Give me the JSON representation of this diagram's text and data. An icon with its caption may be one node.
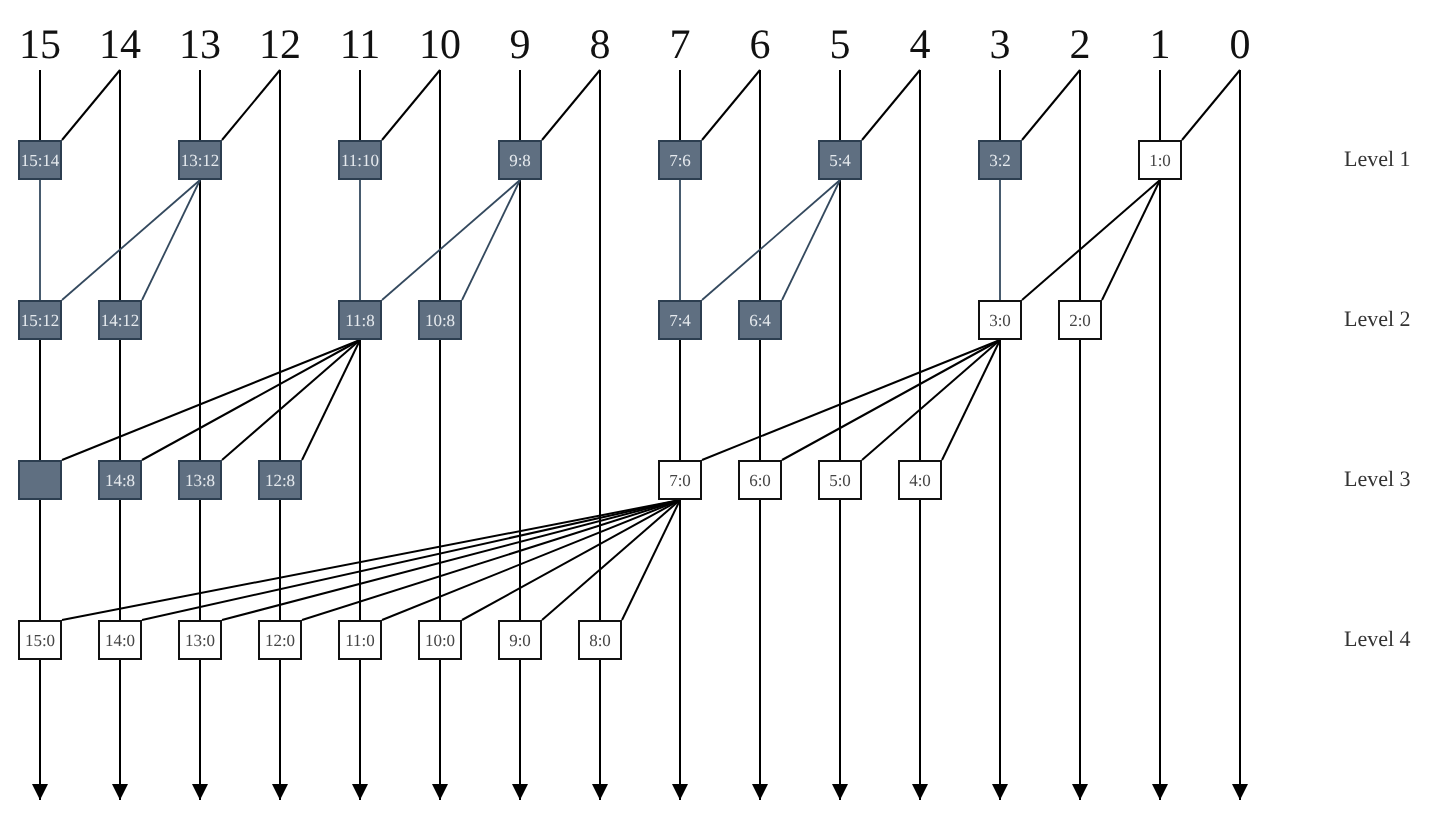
{
  "diagram": {
    "nodes": [
      {
        "text": [
          "15"
        ]
      },
      {
        "text": [
          "14"
        ]
      },
      {
        "text": [
          "13"
        ]
      },
      {
        "text": [
          "12"
        ]
      },
      {
        "text": [
          "11"
        ]
      },
      {
        "text": [
          "10"
        ]
      },
      {
        "text": [
          "9"
        ]
      },
      {
        "text": [
          "8"
        ]
      },
      {
        "text": [
          "7"
        ]
      },
      {
        "text": [
          "6"
        ]
      },
      {
        "text": [
          "5"
        ]
      },
      {
        "text": [
          "4"
        ]
      },
      {
        "text": [
          "3"
        ]
      },
      {
        "text": [
          "2"
        ]
      },
      {
        "text": [
          "1"
        ]
      },
      {
        "text": [
          "0"
        ]
      },
      {
        "text": [
          "15:14"
        ]
      },
      {
        "text": [
          "13:12"
        ]
      },
      {
        "text": [
          "11:10"
        ]
      },
      {
        "text": [
          "9:8"
        ]
      },
      {
        "text": [
          "7:6"
        ]
      },
      {
        "text": [
          "5:4"
        ]
      },
      {
        "text": [
          "3:2"
        ]
      },
      {
        "text": [
          "1:0"
        ]
      },
      {
        "text": [
          "15:12"
        ]
      },
      {
        "text": [
          "14:12"
        ]
      },
      {
        "text": [
          "11:8"
        ]
      },
      {
        "text": [
          "10:8"
        ]
      },
      {
        "text": [
          "7:4"
        ]
      },
      {
        "text": [
          "6:4"
        ]
      },
      {
        "text": [
          "3:0"
        ]
      },
      {
        "text": [
          "2:0"
        ]
      },
      {
        "text": [],
        "shape": "box"
      },
      {
        "text": [
          "14:8"
        ]
      },
      {
        "text": [
          "13:8"
        ]
      },
      {
        "text": [
          "12:8"
        ]
      },
      {
        "text": [
          "7:0"
        ]
      },
      {
        "text": [
          "6:0"
        ]
      },
      {
        "text": [
          "5:0"
        ]
      },
      {
        "text": [
          "4:0"
        ]
      },
      {
        "text": [
          "15:0"
        ]
      },
      {
        "text": [
          "14:0"
        ]
      },
      {
        "text": [
          "13:0"
        ]
      },
      {
        "text": [
          "12:0"
        ]
      },
      {
        "text": [
          "11:0"
        ]
      },
      {
        "text": [
          "10:0"
        ]
      },
      {
        "text": [
          "9:0"
        ]
      },
      {
        "text": [
          "8:0"
        ]
      }
    ],
    "edges": [
      {
        "from": 0,
        "to": 16,
        "arrow": "none"
      },
      {
        "from": 16,
        "to": 24,
        "arrow": "none",
        "color": "#34495e"
      },
      {
        "from": 24,
        "to": 32,
        "arrow": "none"
      },
      {
        "from": 32,
        "to": 40,
        "arrow": "none"
      },
      {
        "from": 40,
        "to": null,
        "arrow": "to"
      },
      {
        "from": 1,
        "to": 25,
        "arrow": "none"
      },
      {
        "from": 25,
        "to": 33,
        "arrow": "none"
      },
      {
        "from": 33,
        "to": 41,
        "arrow": "none"
      },
      {
        "from": 41,
        "to": null,
        "arrow": "to"
      },
      {
        "from": 2,
        "to": 17,
        "arrow": "none"
      },
      {
        "from": 17,
        "to": 34,
        "arrow": "none"
      },
      {
        "from": 34,
        "to": 42,
        "arrow": "none"
      },
      {
        "from": 42,
        "to": null,
        "arrow": "to"
      },
      {
        "from": 3,
        "to": 35,
        "arrow": "none"
      },
      {
        "from": 35,
        "to": 43,
        "arrow": "none"
      },
      {
        "from": 43,
        "to": null,
        "arrow": "to"
      },
      {
        "from": 4,
        "to": 18,
        "arrow": "none"
      },
      {
        "from": 18,
        "to": 26,
        "arrow": "none",
        "color": "#34495e"
      },
      {
        "from": 26,
        "to": 44,
        "arrow": "none"
      },
      {
        "from": 44,
        "to": null,
        "arrow": "to"
      },
      {
        "from": 5,
        "to": 27,
        "arrow": "none"
      },
      {
        "from": 27,
        "to": 45,
        "arrow": "none"
      },
      {
        "from": 45,
        "to": null,
        "arrow": "to"
      },
      {
        "from": 6,
        "to": 19,
        "arrow": "none"
      },
      {
        "from": 19,
        "to": 46,
        "arrow": "none"
      },
      {
        "from": 46,
        "to": null,
        "arrow": "to"
      },
      {
        "from": 7,
        "to": 47,
        "arrow": "none"
      },
      {
        "from": 47,
        "to": null,
        "arrow": "to"
      },
      {
        "from": 8,
        "to": 20,
        "arrow": "none"
      },
      {
        "from": 20,
        "to": 28,
        "arrow": "none",
        "color": "#34495e"
      },
      {
        "from": 28,
        "to": 36,
        "arrow": "none"
      },
      {
        "from": 36,
        "to": null,
        "arrow": "to"
      },
      {
        "from": 9,
        "to": 29,
        "arrow": "none"
      },
      {
        "from": 29,
        "to": 37,
        "arrow": "none"
      },
      {
        "from": 37,
        "to": null,
        "arrow": "to"
      },
      {
        "from": 10,
        "to": 21,
        "arrow": "none"
      },
      {
        "from": 21,
        "to": 38,
        "arrow": "none"
      },
      {
        "from": 38,
        "to": null,
        "arrow": "to"
      },
      {
        "from": 11,
        "to": 39,
        "arrow": "none"
      },
      {
        "from": 39,
        "to": null,
        "arrow": "to"
      },
      {
        "from": 12,
        "to": 22,
        "arrow": "none"
      },
      {
        "from": 22,
        "to": 30,
        "arrow": "none",
        "color": "#34495e"
      },
      {
        "from": 30,
        "to": null,
        "arrow": "to"
      },
      {
        "from": 13,
        "to": 31,
        "arrow": "none"
      },
      {
        "from": 31,
        "to": null,
        "arrow": "to"
      },
      {
        "from": 14,
        "to": 23,
        "arrow": "none"
      },
      {
        "from": 23,
        "to": null,
        "arrow": "to"
      },
      {
        "from": 15,
        "to": null,
        "arrow": "to"
      },
      {
        "from": 1,
        "to": 16,
        "arrow": "none"
      },
      {
        "from": 3,
        "to": 17,
        "arrow": "none"
      },
      {
        "from": 5,
        "to": 18,
        "arrow": "none"
      },
      {
        "from": 7,
        "to": 19,
        "arrow": "none"
      },
      {
        "from": 9,
        "to": 20,
        "arrow": "none"
      },
      {
        "from": 11,
        "to": 21,
        "arrow": "none"
      },
      {
        "from": 13,
        "to": 22,
        "arrow": "none"
      },
      {
        "from": 15,
        "to": 23,
        "arrow": "none"
      },
      {
        "from": 17,
        "to": 24,
        "arrow": "none",
        "color": "#34495e"
      },
      {
        "from": 17,
        "to": 25,
        "arrow": "none",
        "color": "#34495e"
      },
      {
        "from": 19,
        "to": 26,
        "arrow": "none",
        "color": "#34495e"
      },
      {
        "from": 19,
        "to": 27,
        "arrow": "none",
        "color": "#34495e"
      },
      {
        "from": 21,
        "to": 28,
        "arrow": "none",
        "color": "#34495e"
      },
      {
        "from": 21,
        "to": 29,
        "arrow": "none",
        "color": "#34495e"
      },
      {
        "from": 23,
        "to": 30,
        "arrow": "none"
      },
      {
        "from": 23,
        "to": 31,
        "arrow": "none"
      },
      {
        "from": 26,
        "to": 32,
        "arrow": "none"
      },
      {
        "from": 26,
        "to": 33,
        "arrow": "none"
      },
      {
        "from": 26,
        "to": 34,
        "arrow": "none"
      },
      {
        "from": 26,
        "to": 35,
        "arrow": "none"
      },
      {
        "from": 30,
        "to": 36,
        "arrow": "none"
      },
      {
        "from": 30,
        "to": 37,
        "arrow": "none"
      },
      {
        "from": 30,
        "to": 38,
        "arrow": "none"
      },
      {
        "from": 30,
        "to": 39,
        "arrow": "none"
      },
      {
        "from": 36,
        "to": 40,
        "arrow": "none"
      },
      {
        "from": 36,
        "to": 41,
        "arrow": "none"
      },
      {
        "from": 36,
        "to": 42,
        "arrow": "none"
      },
      {
        "from": 36,
        "to": 43,
        "arrow": "none"
      },
      {
        "from": 36,
        "to": 44,
        "arrow": "none"
      },
      {
        "from": 36,
        "to": 45,
        "arrow": "none"
      },
      {
        "from": 36,
        "to": 46,
        "arrow": "none"
      },
      {
        "from": 36,
        "to": 47,
        "arrow": "none"
      }
    ],
    "labels": [
      "Level 1",
      "Level 2",
      "Level 3",
      "Level 4"
    ]
  }
}
